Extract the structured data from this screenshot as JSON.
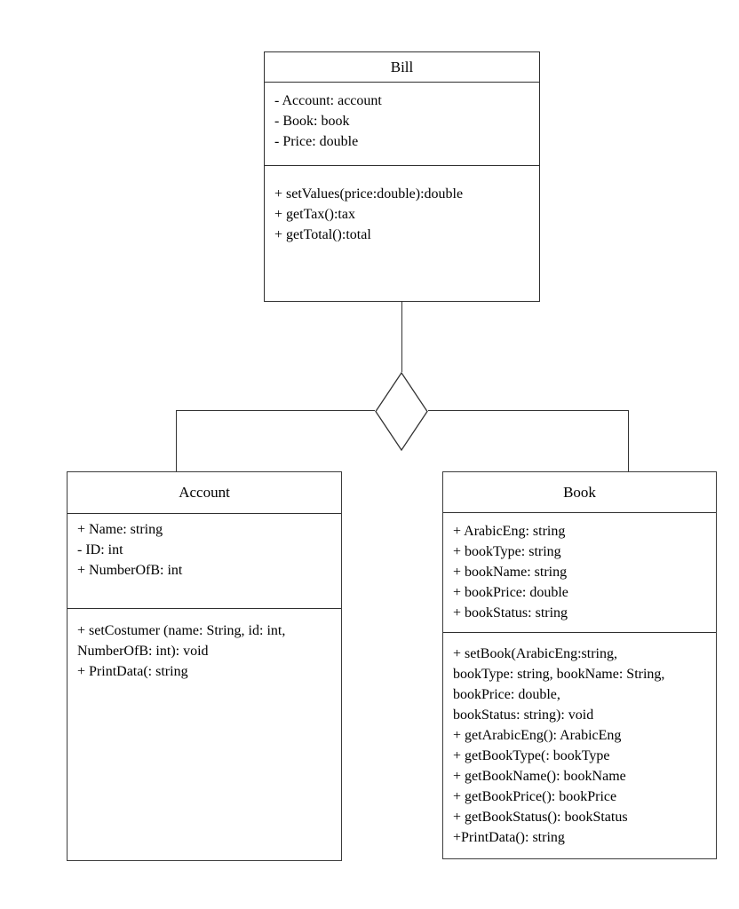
{
  "diagram": {
    "kind": "uml-class-diagram",
    "colors": {
      "background": "#ffffff",
      "border": "#333333",
      "text": "#000000"
    },
    "classes": [
      {
        "id": "bill",
        "title": "Bill",
        "attributes": [
          "- Account: account",
          "- Book: book",
          "- Price: double"
        ],
        "methods": [
          "+ setValues(price:double):double",
          "+ getTax():tax",
          "+ getTotal():total"
        ]
      },
      {
        "id": "account",
        "title": "Account",
        "attributes": [
          "+ Name: string",
          "- ID: int",
          "+ NumberOfB: int"
        ],
        "methods": [
          "+ setCostumer (name: String, id: int,",
          "NumberOfB: int): void",
          "+ PrintData(: string"
        ]
      },
      {
        "id": "book",
        "title": "Book",
        "attributes": [
          "+ ArabicEng: string",
          "+ bookType: string",
          "+ bookName: string",
          "+ bookPrice: double",
          "+ bookStatus: string"
        ],
        "methods": [
          "+ setBook(ArabicEng:string,",
          "bookType: string, bookName: String,",
          "bookPrice: double,",
          "bookStatus: string): void",
          "+ getArabicEng(): ArabicEng",
          "+ getBookType(: bookType",
          "+ getBookName(): bookName",
          "+ getBookPrice(): bookPrice",
          "+ getBookStatus(): bookStatus",
          "+PrintData(): string"
        ]
      }
    ],
    "relationship": {
      "type": "aggregation",
      "marker": "hollow-diamond",
      "whole": "Bill",
      "parts": [
        "Account",
        "Book"
      ]
    }
  }
}
